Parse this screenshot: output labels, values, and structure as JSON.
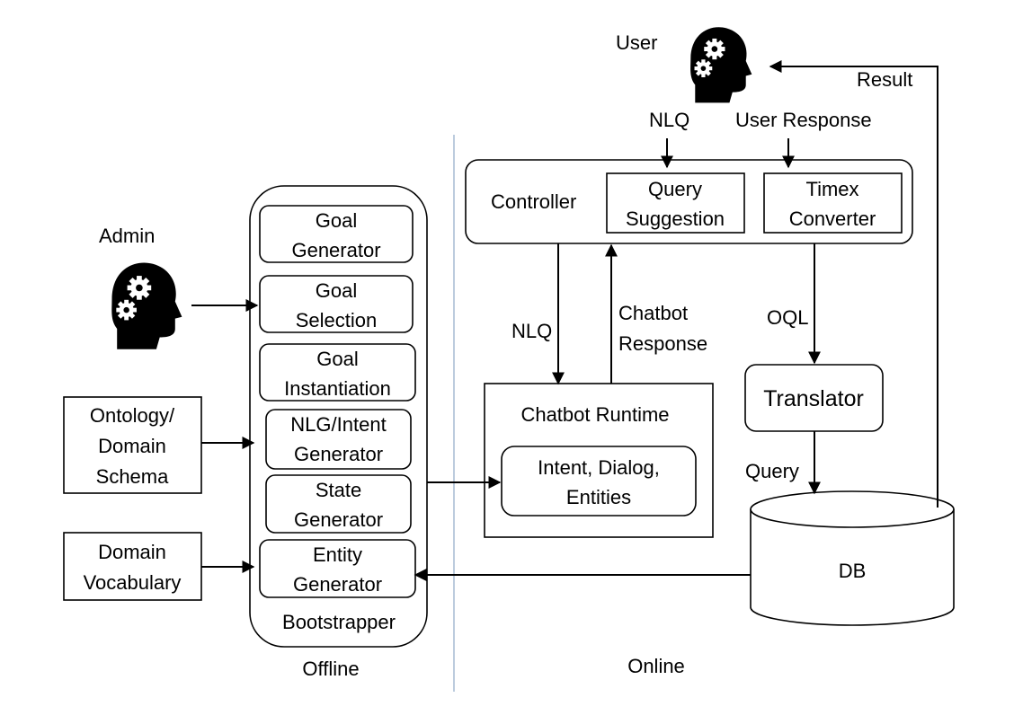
{
  "users": {
    "user_label": "User",
    "admin_label": "Admin"
  },
  "controller": {
    "label": "Controller",
    "query_suggestion": [
      "Query",
      "Suggestion"
    ],
    "timex_converter": [
      "Timex",
      "Converter"
    ]
  },
  "bootstrapper": {
    "label": "Bootstrapper",
    "items": [
      [
        "Goal",
        "Generator"
      ],
      [
        "Goal",
        "Selection"
      ],
      [
        "Goal",
        "Instantiation"
      ],
      [
        "NLG/Intent",
        "Generator"
      ],
      [
        "State",
        "Generator"
      ],
      [
        "Entity",
        "Generator"
      ]
    ]
  },
  "inputs": {
    "ontology": [
      "Ontology/",
      "Domain",
      "Schema"
    ],
    "vocabulary": [
      "Domain",
      "Vocabulary"
    ]
  },
  "runtime": {
    "label": "Chatbot Runtime",
    "inner": [
      "Intent, Dialog,",
      "Entities"
    ]
  },
  "translator": {
    "label": "Translator"
  },
  "db": {
    "label": "DB"
  },
  "edges": {
    "nlq_top": "NLQ",
    "user_response": "User Response",
    "result": "Result",
    "nlq_mid": "NLQ",
    "chatbot_response": [
      "Chatbot",
      "Response"
    ],
    "oql": "OQL",
    "query": "Query"
  },
  "sections": {
    "offline": "Offline",
    "online": "Online"
  },
  "colors": {
    "separator": "#8fa9c8",
    "stroke": "#000000",
    "background": "#ffffff"
  },
  "icons": [
    "head-with-gears-icon"
  ]
}
